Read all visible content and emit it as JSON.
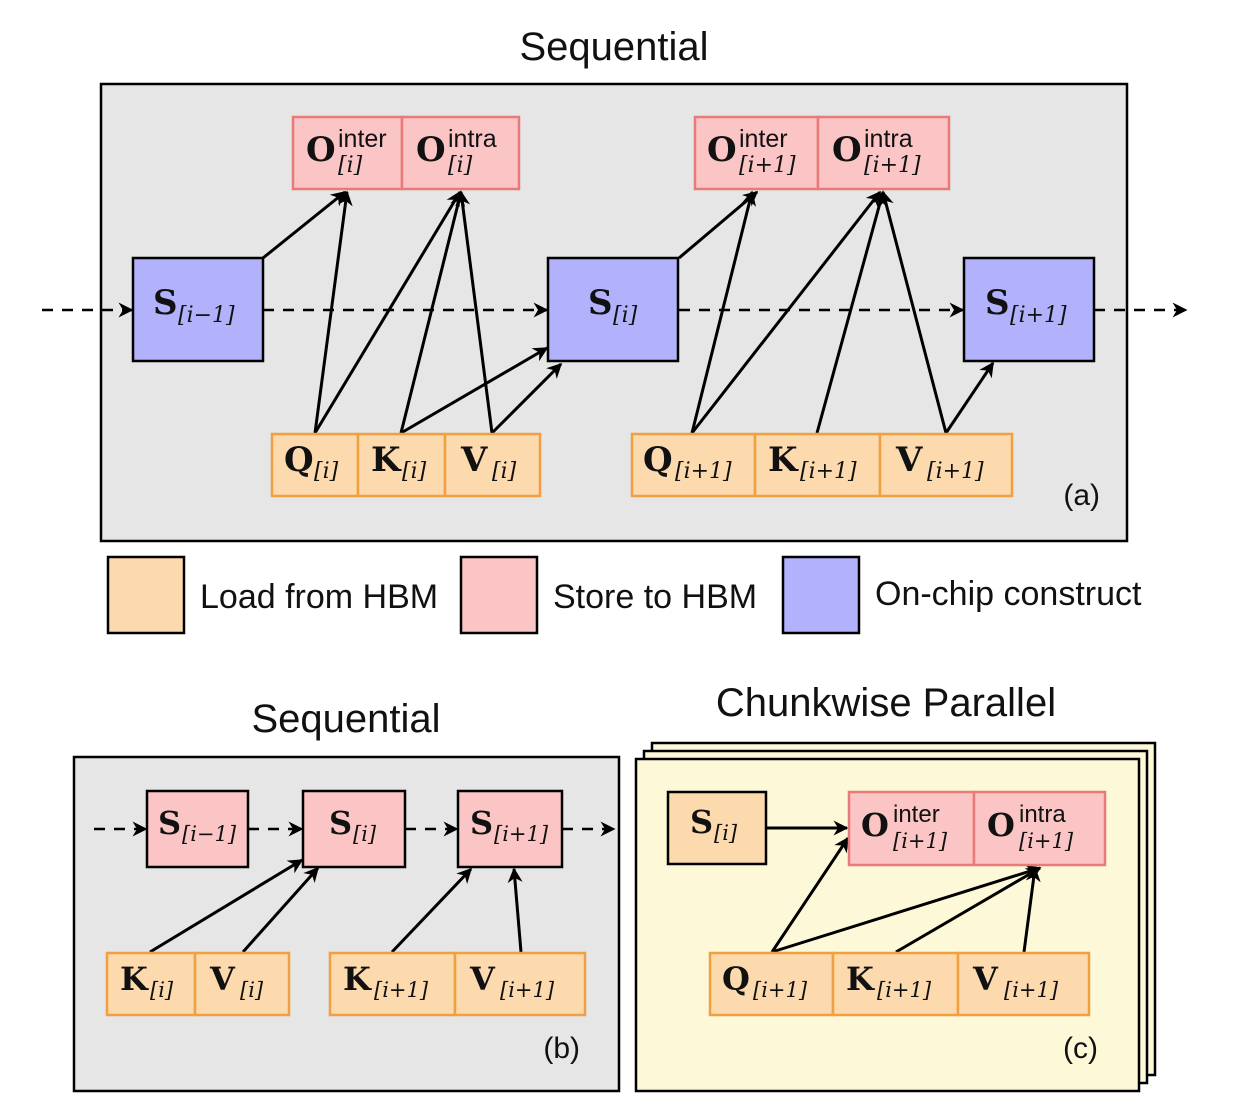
{
  "colors": {
    "load": "#fdd9ae",
    "load_stroke": "#f0a040",
    "store": "#fbc5c5",
    "store_stroke": "#e87a7a",
    "onchip": "#b1b1fc",
    "onchip_stroke": "#000000",
    "panel_gray": "#e6e6e6",
    "panel_yellow": "#fdf9d8"
  },
  "panel_a": {
    "title": "Sequential",
    "tag": "(a)",
    "outputs": [
      {
        "base": "O",
        "sup": "inter",
        "sub": "[i]"
      },
      {
        "base": "O",
        "sup": "intra",
        "sub": "[i]"
      },
      {
        "base": "O",
        "sup": "inter",
        "sub": "[i+1]"
      },
      {
        "base": "O",
        "sup": "intra",
        "sub": "[i+1]"
      }
    ],
    "states": [
      {
        "base": "S",
        "sub": "[i−1]"
      },
      {
        "base": "S",
        "sub": "[i]"
      },
      {
        "base": "S",
        "sub": "[i+1]"
      }
    ],
    "inputs": [
      {
        "base": "Q",
        "sub": "[i]"
      },
      {
        "base": "K",
        "sub": "[i]"
      },
      {
        "base": "V",
        "sub": "[i]"
      },
      {
        "base": "Q",
        "sub": "[i+1]"
      },
      {
        "base": "K",
        "sub": "[i+1]"
      },
      {
        "base": "V",
        "sub": "[i+1]"
      }
    ]
  },
  "legend": {
    "load": "Load from HBM",
    "store": "Store to HBM",
    "onchip": "On-chip construct"
  },
  "panel_b": {
    "title": "Sequential",
    "tag": "(b)",
    "states": [
      {
        "base": "S",
        "sub": "[i−1]"
      },
      {
        "base": "S",
        "sub": "[i]"
      },
      {
        "base": "S",
        "sub": "[i+1]"
      }
    ],
    "inputs": [
      {
        "base": "K",
        "sub": "[i]"
      },
      {
        "base": "V",
        "sub": "[i]"
      },
      {
        "base": "K",
        "sub": "[i+1]"
      },
      {
        "base": "V",
        "sub": "[i+1]"
      }
    ]
  },
  "panel_c": {
    "title": "Chunkwise Parallel",
    "tag": "(c)",
    "state": {
      "base": "S",
      "sub": "[i]"
    },
    "outputs": [
      {
        "base": "O",
        "sup": "inter",
        "sub": "[i+1]"
      },
      {
        "base": "O",
        "sup": "intra",
        "sub": "[i+1]"
      }
    ],
    "inputs": [
      {
        "base": "Q",
        "sub": "[i+1]"
      },
      {
        "base": "K",
        "sub": "[i+1]"
      },
      {
        "base": "V",
        "sub": "[i+1]"
      }
    ]
  }
}
